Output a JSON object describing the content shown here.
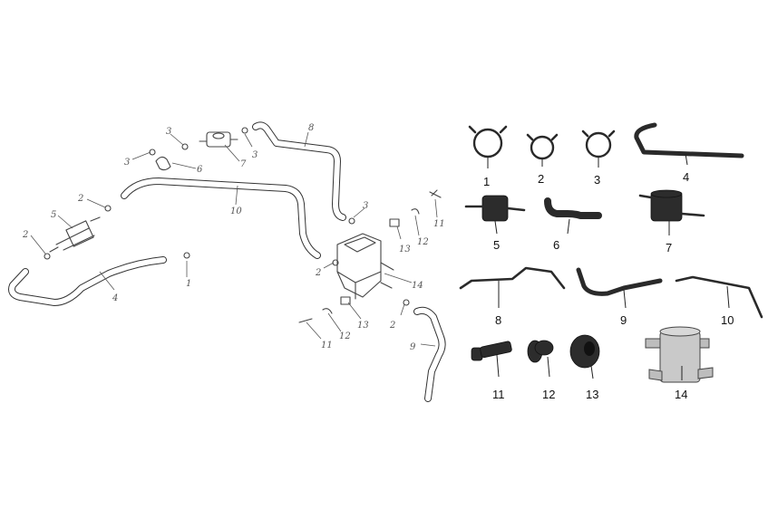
{
  "diagram": {
    "exploded_callouts": [
      "1",
      "2",
      "3",
      "4",
      "5",
      "6",
      "7",
      "8",
      "9",
      "10",
      "11",
      "12",
      "13",
      "14"
    ],
    "legend_labels": [
      "1",
      "2",
      "3",
      "4",
      "5",
      "6",
      "7",
      "8",
      "9",
      "10",
      "11",
      "12",
      "13",
      "14"
    ]
  },
  "colors": {
    "line_art": "#444444",
    "part_fill": "#2c2c2c",
    "canister_fill": "#c9c9c9",
    "background": "#ffffff"
  }
}
